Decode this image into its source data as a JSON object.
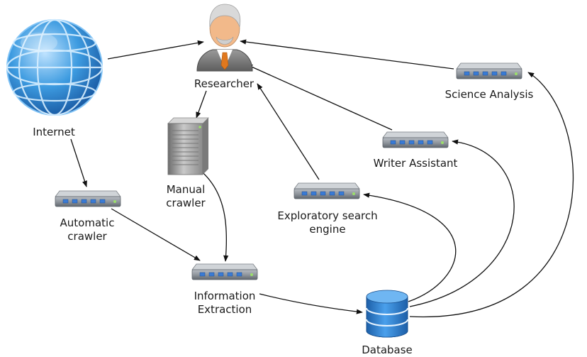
{
  "nodes": {
    "internet": {
      "label": "Internet",
      "icon": "globe-icon"
    },
    "researcher": {
      "label": "Researcher",
      "icon": "person-icon"
    },
    "manual_crawler": {
      "label": "Manual crawler",
      "icon": "server-tower-icon"
    },
    "automatic_crawler": {
      "label": "Automatic crawler",
      "icon": "network-switch-icon"
    },
    "information_extraction": {
      "label": "Information Extraction",
      "icon": "network-switch-icon"
    },
    "database": {
      "label": "Database",
      "icon": "database-icon"
    },
    "exploratory_search": {
      "label": "Exploratory search engine",
      "icon": "network-switch-icon"
    },
    "writer_assistant": {
      "label": "Writer Assistant",
      "icon": "network-switch-icon"
    },
    "science_analysis": {
      "label": "Science Analysis",
      "icon": "network-switch-icon"
    }
  },
  "edges": [
    {
      "from": "internet",
      "to": "researcher"
    },
    {
      "from": "internet",
      "to": "automatic_crawler"
    },
    {
      "from": "researcher",
      "to": "manual_crawler"
    },
    {
      "from": "manual_crawler",
      "to": "information_extraction"
    },
    {
      "from": "automatic_crawler",
      "to": "information_extraction"
    },
    {
      "from": "information_extraction",
      "to": "database"
    },
    {
      "from": "database",
      "to": "exploratory_search"
    },
    {
      "from": "database",
      "to": "writer_assistant"
    },
    {
      "from": "database",
      "to": "science_analysis"
    },
    {
      "from": "exploratory_search",
      "to": "researcher"
    },
    {
      "from": "writer_assistant",
      "to": "researcher"
    },
    {
      "from": "science_analysis",
      "to": "researcher"
    }
  ],
  "colors": {
    "globe_blue": "#3d9be0",
    "switch_body": "#8d939a",
    "switch_led": "#3a7bd5",
    "database_blue": "#2f7fd0",
    "server_gray": "#8f8f8f",
    "person_shirt": "#e0781e",
    "edge": "#111111"
  }
}
